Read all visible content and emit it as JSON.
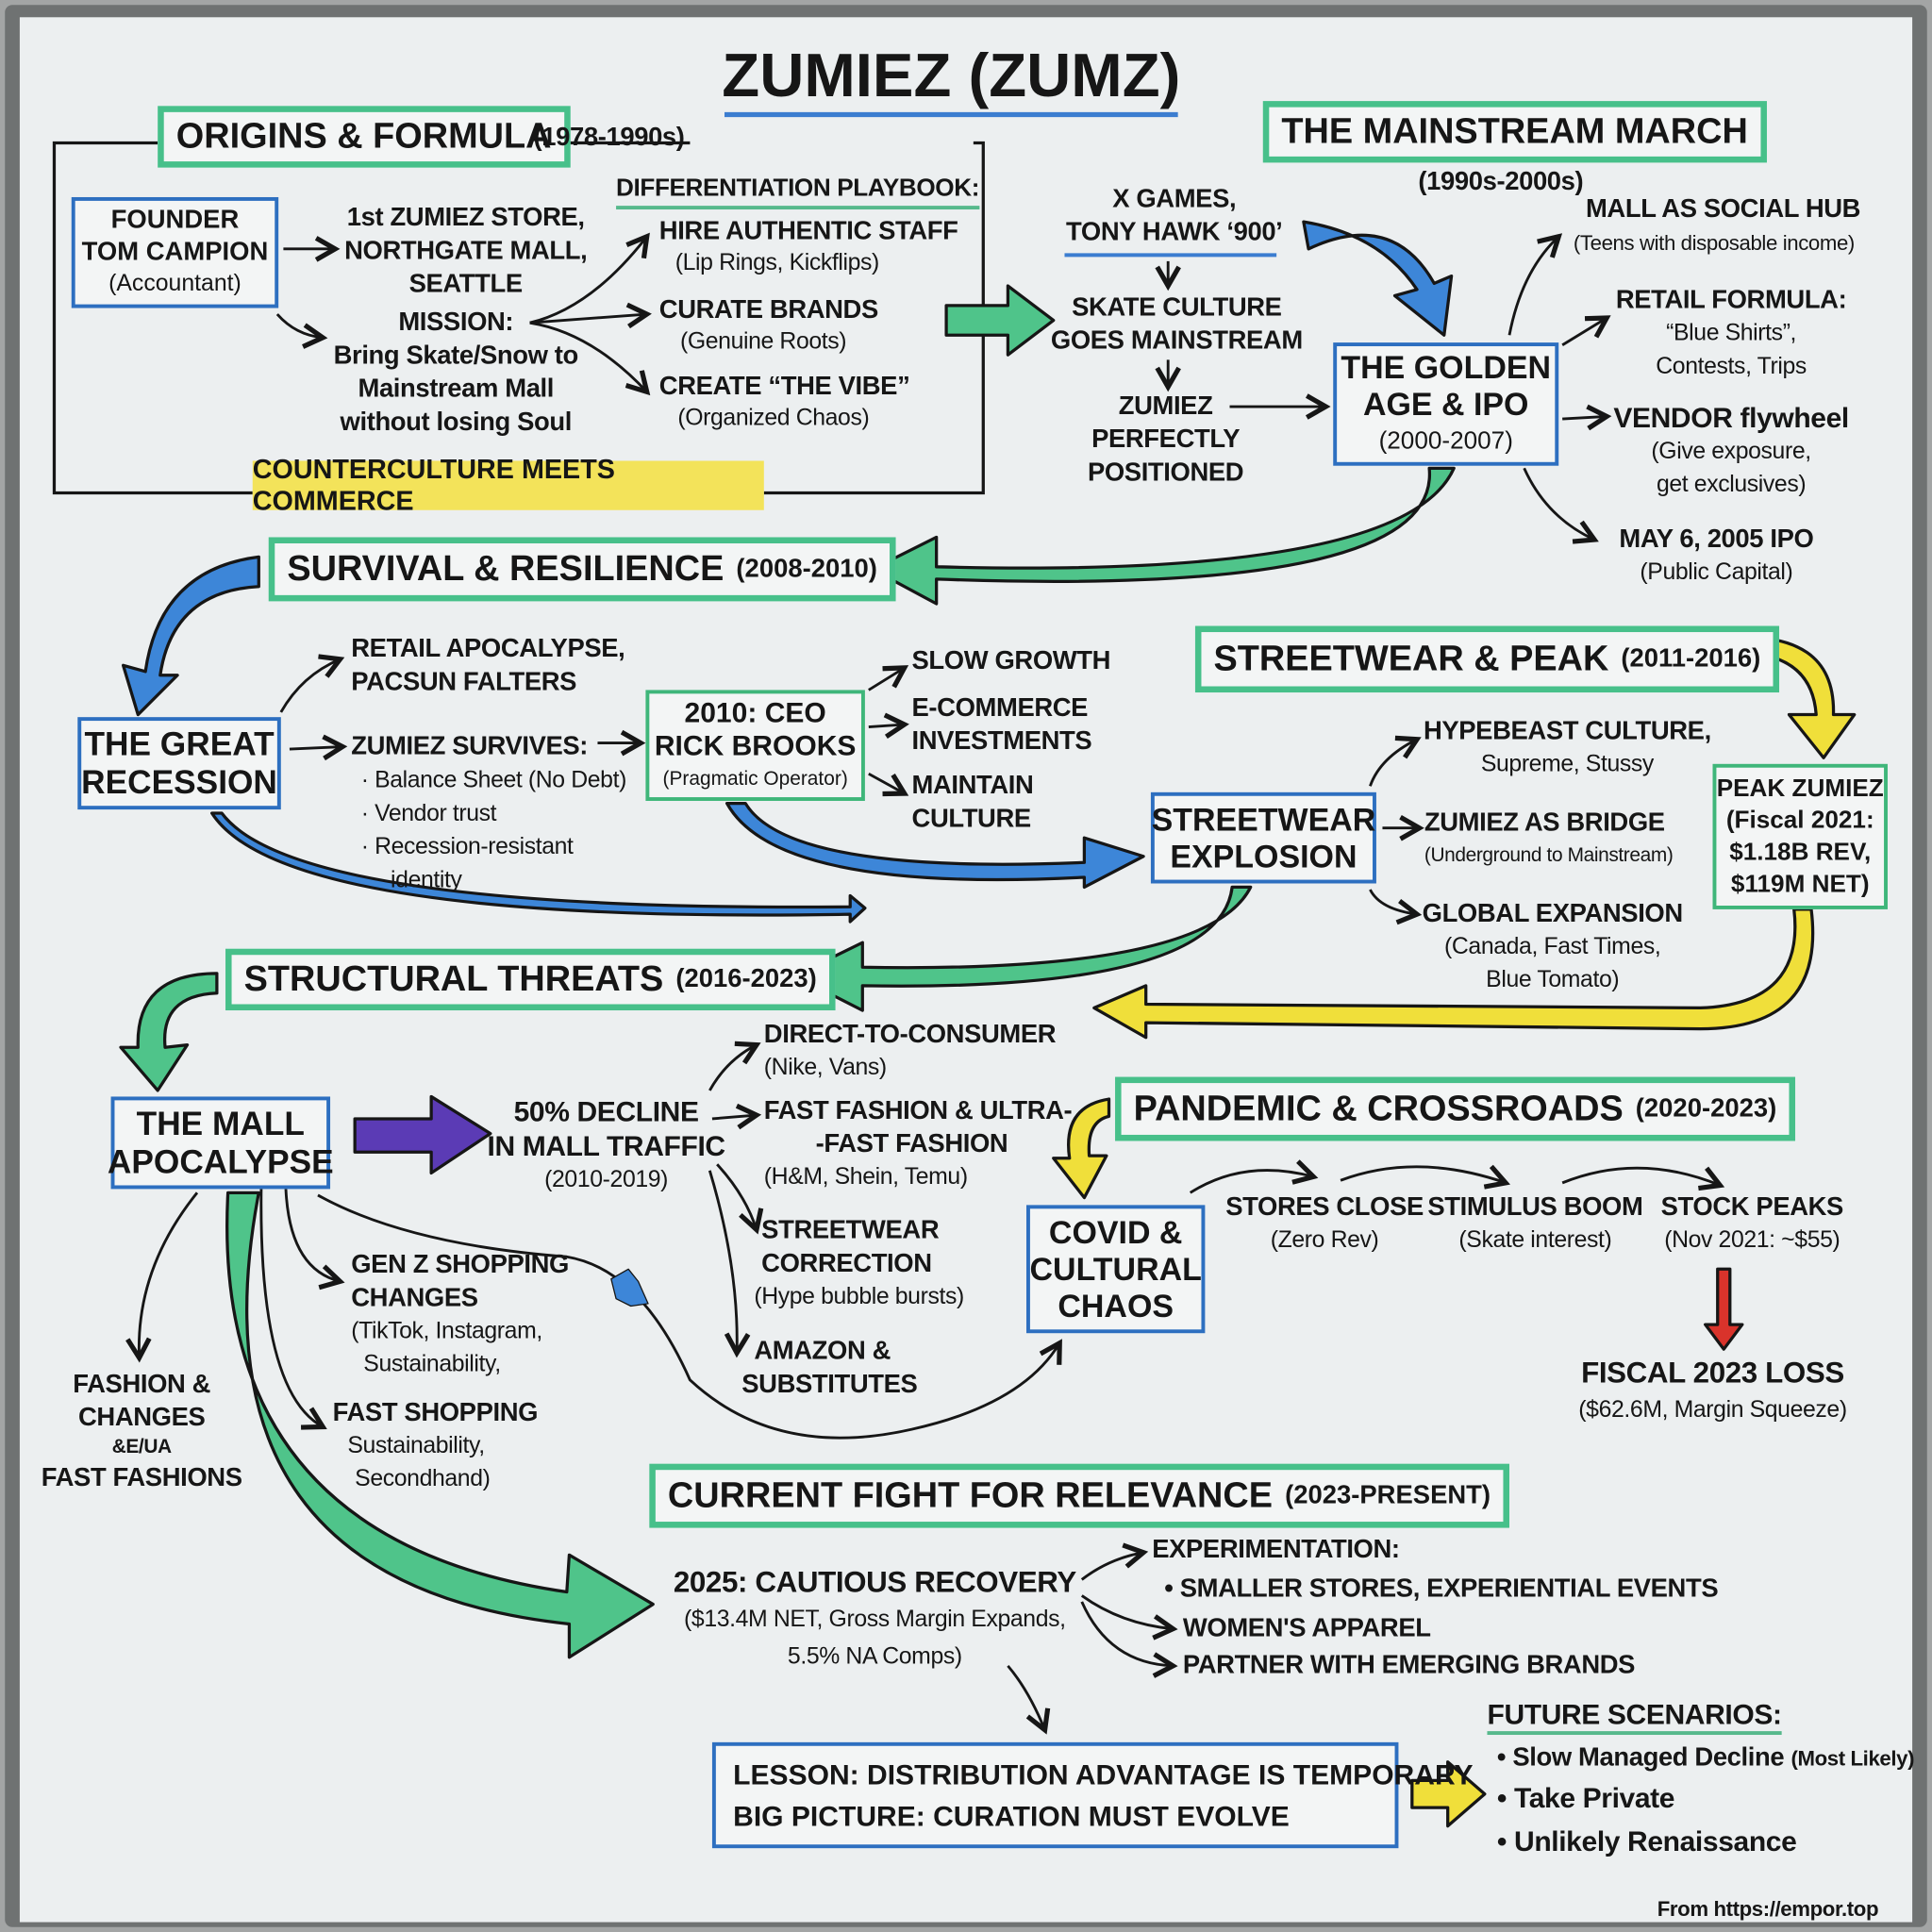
{
  "title": "ZUMIEZ (ZUMZ)",
  "origins": {
    "header": "ORIGINS & FORMULA",
    "period": "(1978-1990s)",
    "founder": [
      "FOUNDER",
      "TOM CAMPION",
      "(Accountant)"
    ],
    "first_store": [
      "1st ZUMIEZ STORE,",
      "NORTHGATE MALL,",
      "SEATTLE"
    ],
    "mission_label": "MISSION:",
    "mission": [
      "Bring Skate/Snow to",
      "Mainstream Mall",
      "without losing Soul"
    ],
    "playbook_title": "DIFFERENTIATION PLAYBOOK:",
    "playbook": [
      {
        "label": "HIRE AUTHENTIC STAFF",
        "detail": "(Lip Rings, Kickflips)"
      },
      {
        "label": "CURATE BRANDS",
        "detail": "(Genuine Roots)"
      },
      {
        "label": "CREATE “THE VIBE”",
        "detail": "(Organized Chaos)"
      }
    ],
    "tagline": "COUNTERCULTURE MEETS COMMERCE"
  },
  "mainstream": {
    "header": "THE MAINSTREAM MARCH",
    "period": "(1990s-2000s)",
    "xgames": [
      "X GAMES,",
      "TONY HAWK ‘900’"
    ],
    "skate": [
      "SKATE CULTURE",
      "GOES MAINSTREAM"
    ],
    "positioned": [
      "ZUMIEZ",
      "PERFECTLY",
      "POSITIONED"
    ],
    "golden_age": [
      "THE GOLDEN",
      "AGE & IPO",
      "(2000-2007)"
    ],
    "mall_hub": [
      "MALL AS SOCIAL HUB",
      "(Teens with disposable income)"
    ],
    "retail_formula": [
      "RETAIL FORMULA:",
      "“Blue Shirts”,",
      "Contests, Trips"
    ],
    "vendor": [
      "VENDOR flywheel",
      "(Give exposure,",
      "get exclusives)"
    ],
    "ipo": [
      "MAY 6, 2005 IPO",
      "(Public Capital)"
    ]
  },
  "survival": {
    "header": "SURVIVAL & RESILIENCE",
    "period": "(2008-2010)",
    "recession": [
      "THE GREAT",
      "RECESSION"
    ],
    "apocalypse": [
      "RETAIL APOCALYPSE,",
      "PACSUN FALTERS"
    ],
    "survives": "ZUMIEZ SURVIVES:",
    "survives_items": [
      "· Balance Sheet (No Debt)",
      "· Vendor trust",
      "· Recession-resistant",
      "identity"
    ],
    "ceo": [
      "2010: CEO",
      "RICK BROOKS",
      "(Pragmatic Operator)"
    ],
    "ceo_outcomes": [
      "SLOW GROWTH",
      "E-COMMERCE",
      "INVESTMENTS",
      "MAINTAIN",
      "CULTURE"
    ]
  },
  "streetwear": {
    "header": "STREETWEAR & PEAK",
    "period": "(2011-2016)",
    "explosion": [
      "STREETWEAR",
      "EXPLOSION"
    ],
    "hypebeast": [
      "HYPEBEAST CULTURE,",
      "Supreme, Stussy"
    ],
    "bridge": [
      "ZUMIEZ AS BRIDGE",
      "(Underground to Mainstream)"
    ],
    "global": [
      "GLOBAL EXPANSION",
      "(Canada, Fast Times,",
      "Blue Tomato)"
    ],
    "peak": [
      "PEAK ZUMIEZ",
      "(Fiscal 2021:",
      "$1.18B REV,",
      "$119M NET)"
    ]
  },
  "threats": {
    "header": "STRUCTURAL THREATS",
    "period": "(2016-2023)",
    "mall_apocalypse": [
      "THE MALL",
      "APOCALYPSE"
    ],
    "decline": [
      "50% DECLINE",
      "IN MALL TRAFFIC",
      "(2010-2019)"
    ],
    "dtc": [
      "DIRECT-TO-CONSUMER",
      "(Nike, Vans)"
    ],
    "fast_fashion": [
      "FAST FASHION & ULTRA-",
      "-FAST FASHION",
      "(H&M, Shein, Temu)"
    ],
    "correction": [
      "STREETWEAR",
      "CORRECTION",
      "(Hype bubble bursts)"
    ],
    "amazon": [
      "AMAZON &",
      "SUBSTITUTES"
    ],
    "genz": [
      "GEN Z SHOPPING",
      "CHANGES",
      "(TikTok, Instagram,",
      "Sustainability,"
    ],
    "fast_shopping": [
      "FAST SHOPPING",
      "Sustainability,",
      "Secondhand)"
    ],
    "fashion_changes": [
      "FASHION &",
      "CHANGES",
      "&E/UA",
      "FAST FASHIONS"
    ]
  },
  "pandemic": {
    "header": "PANDEMIC & CROSSROADS",
    "period": "(2020-2023)",
    "covid": [
      "COVID &",
      "CULTURAL",
      "CHAOS"
    ],
    "stages": [
      {
        "label": "STORES CLOSE",
        "detail": "(Zero Rev)"
      },
      {
        "label": "STIMULUS BOOM",
        "detail": "(Skate interest)"
      },
      {
        "label": "STOCK PEAKS",
        "detail": "(Nov 2021: ~$55)"
      }
    ],
    "loss": [
      "FISCAL 2023 LOSS",
      "($62.6M, Margin Squeeze)"
    ]
  },
  "current": {
    "header": "CURRENT FIGHT FOR RELEVANCE",
    "period": "(2023-PRESENT)",
    "recovery": [
      "2025: CAUTIOUS RECOVERY",
      "($13.4M NET, Gross Margin Expands,",
      "5.5% NA Comps)"
    ],
    "experimentation": "EXPERIMENTATION:",
    "experiments": [
      "• SMALLER STORES, EXPERIENTIAL EVENTS",
      "WOMEN'S APPAREL",
      "PARTNER WITH EMERGING BRANDS"
    ],
    "lesson": [
      "LESSON: DISTRIBUTION ADVANTAGE IS TEMPORARY",
      "BIG PICTURE: CURATION MUST EVOLVE"
    ],
    "future_title": "FUTURE SCENARIOS:",
    "future": [
      {
        "main": "• Slow Managed Decline",
        "note": "(Most Likely)"
      },
      {
        "main": "• Take Private",
        "note": ""
      },
      {
        "main": "• Unlikely Renaissance",
        "note": ""
      }
    ]
  },
  "source": "From https://empor.top",
  "colors": {
    "green": "#47c08a",
    "blue": "#2d6fc0",
    "yellow": "#f0df3a",
    "purple": "#5b3bb5",
    "red": "#d9332b",
    "board": "#eceff0"
  }
}
